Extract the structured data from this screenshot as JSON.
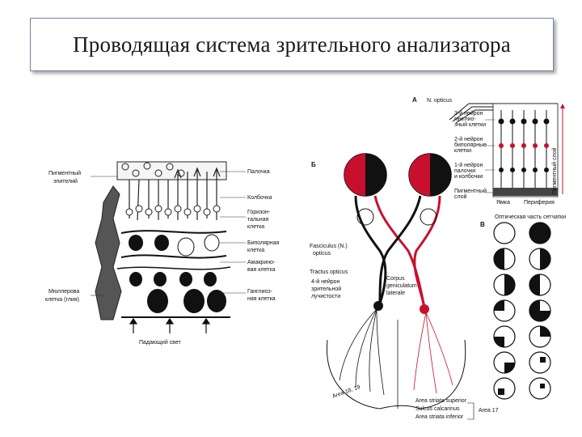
{
  "slide": {
    "title": "Проводящая система зрительного анализатора"
  },
  "retina": {
    "labels_left": [
      "Пигментный",
      "эпителий",
      "Мюллерова",
      "клетка (глия)"
    ],
    "labels_right": [
      "Палочка",
      "Колбочка",
      "Горизон-",
      "тальная",
      "клетка",
      "Биполярная",
      "клетка",
      "Амакрино-",
      "вая клетка",
      "Ганглиоз-",
      "ная клетка"
    ],
    "bottom_label": "Падающий свет"
  },
  "pathway": {
    "letter": "Б",
    "labels": [
      "Fasciculus (N.)",
      "opticus",
      "Tractus opticus",
      "4-й нейрон",
      "зрительной",
      "лучистости",
      "Corpus",
      "geniculatum",
      "laterale",
      "Area 18, 19",
      "Area striata superior",
      "Sulcus calcarinus",
      "Area striata inferior",
      "Area 17"
    ]
  },
  "panel_a": {
    "letter": "A",
    "labels": [
      "N. opticus",
      "3-й нейрон",
      "ганглио-",
      "зный клетки",
      "2-й нейрон",
      "биполярные",
      "клетки",
      "1-й нейрон",
      "палочки",
      "и колбочки",
      "Пигментный",
      "слой",
      "Ямка",
      "Периферия",
      "Пигментный слой"
    ]
  },
  "panel_b": {
    "letter": "В",
    "header": "Оптическая часть сетчатки"
  }
}
